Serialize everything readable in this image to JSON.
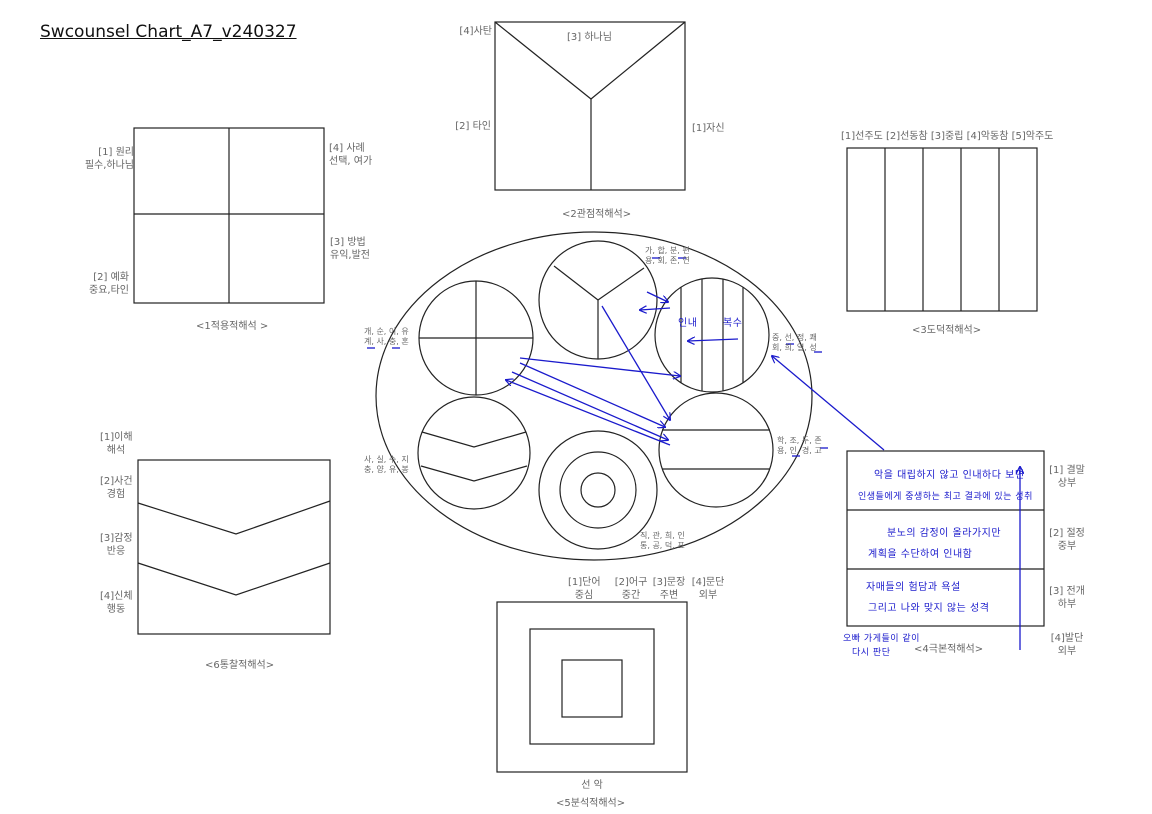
{
  "title": "Swcounsel Chart_A7_v240327",
  "colors": {
    "line": "#222222",
    "annotation": "#1a1acc",
    "label": "#666666"
  },
  "chart1": {
    "tl": [
      "[1] 원리",
      "필수,하나님"
    ],
    "tr": [
      "[4] 사례",
      "선택, 여가"
    ],
    "br": [
      "[3] 방법",
      "유익,발전"
    ],
    "bl": [
      "[2] 예화",
      "중요,타인"
    ],
    "caption": "<1적용적해석 >"
  },
  "chart2": {
    "tl": "[4]사탄",
    "top": "[3] 하나님",
    "left": "[2] 타인",
    "right": "[1]자신",
    "caption": "<2관점적해석>"
  },
  "chart3": {
    "header": "[1]선주도 [2]선동참 [3]중립 [4]악동참 [5]악주도",
    "caption": "<3도덕적해석>"
  },
  "chart4": {
    "labels": [
      [
        "[1] 결말",
        "상부"
      ],
      [
        "[2] 절정",
        "중부"
      ],
      [
        "[3] 전개",
        "하부"
      ],
      [
        "[4]발단",
        "외부"
      ]
    ],
    "caption": "<4극본적해석>",
    "handwriting": [
      "악을 대립하지 않고 인내하다 보면",
      "인생들에게 중생하는 최고 결과에 있는 성취",
      "분노의 감정이 올라가지만",
      "계획을 수단하여 인내함",
      "자매들의 험담과 욕설",
      "그리고 나와 맞지 않는 성격",
      "오빠 가게들이 같이",
      "다시 판단"
    ]
  },
  "chart5": {
    "labels": [
      [
        "[1]단어",
        "중심"
      ],
      [
        "[2]어구",
        "중간"
      ],
      [
        "[3]문장",
        "주변"
      ],
      [
        "[4]문단",
        "외부"
      ]
    ],
    "bottom": "선  악",
    "caption": "<5분석적해석>"
  },
  "chart6": {
    "labels": [
      [
        "[1]이해",
        "해석"
      ],
      [
        "[2]사건",
        "경험"
      ],
      [
        "[3]감정",
        "반응"
      ],
      [
        "[4]신체",
        "행동"
      ]
    ],
    "caption": "<6통찰적해석>"
  },
  "center": {
    "c1": [
      "개, 순, 이, 유",
      "계, 사, 충, 혼"
    ],
    "c2": [
      "가, 합, 분, 편",
      "용, 회, 존, 연"
    ],
    "c3": [
      "중, 선, 정, 쾌",
      "회, 희, 열, 성"
    ],
    "c4": [
      "학, 조, 두, 존",
      "용, 인, 경, 고"
    ],
    "c5": [
      "직, 관, 희, 인",
      "통, 공, 덕, 표"
    ],
    "c6": [
      "사, 실, 수, 지",
      "충, 양, 유, 봉"
    ],
    "hw_left": "인내",
    "hw_right": "복수"
  }
}
